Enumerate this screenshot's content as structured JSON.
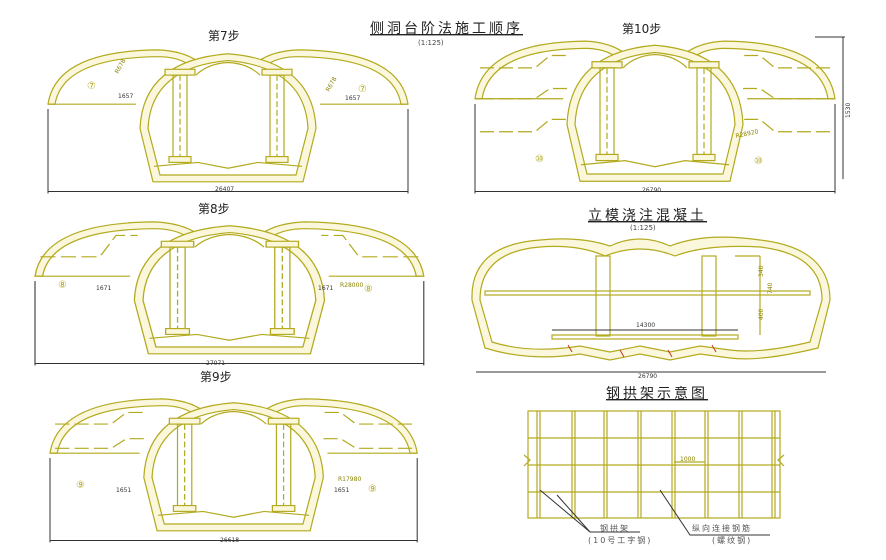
{
  "main_title": "侧洞台阶法施工顺序",
  "main_scale": "(1:125)",
  "steps": [
    {
      "label": "第7步",
      "circle": "⑦",
      "width_dim": "26407",
      "dims": [
        "R678",
        "1657",
        "R678",
        "1657"
      ]
    },
    {
      "label": "第8步",
      "circle": "⑧",
      "width_dim": "27071",
      "dims": [
        "1671",
        "1671",
        "R28000"
      ]
    },
    {
      "label": "第9步",
      "circle": "⑨",
      "width_dim": "26618",
      "dims": [
        "1651",
        "1651",
        "R17980"
      ]
    },
    {
      "label": "第10步",
      "circle": "⑩",
      "width_dim": "26790",
      "dims": [
        "R28920",
        "1530"
      ]
    }
  ],
  "concrete": {
    "title": "立模浇注混凝土",
    "scale": "(1:125)",
    "width_dim": "26790",
    "span_dim": "14300",
    "dim_upper": "340",
    "dim_lower": "400",
    "dim_total": "740"
  },
  "steel_arch": {
    "title": "钢拱架示意图",
    "spacing_dim": "1000",
    "label1_line1": "钢拱架",
    "label1_line2": "(10号工字钢)",
    "label2_line1": "纵向连接钢筋",
    "label2_line2": "(螺纹钢)"
  },
  "colors": {
    "line": "#b3aa1e",
    "fill": "#fbf7dc"
  }
}
